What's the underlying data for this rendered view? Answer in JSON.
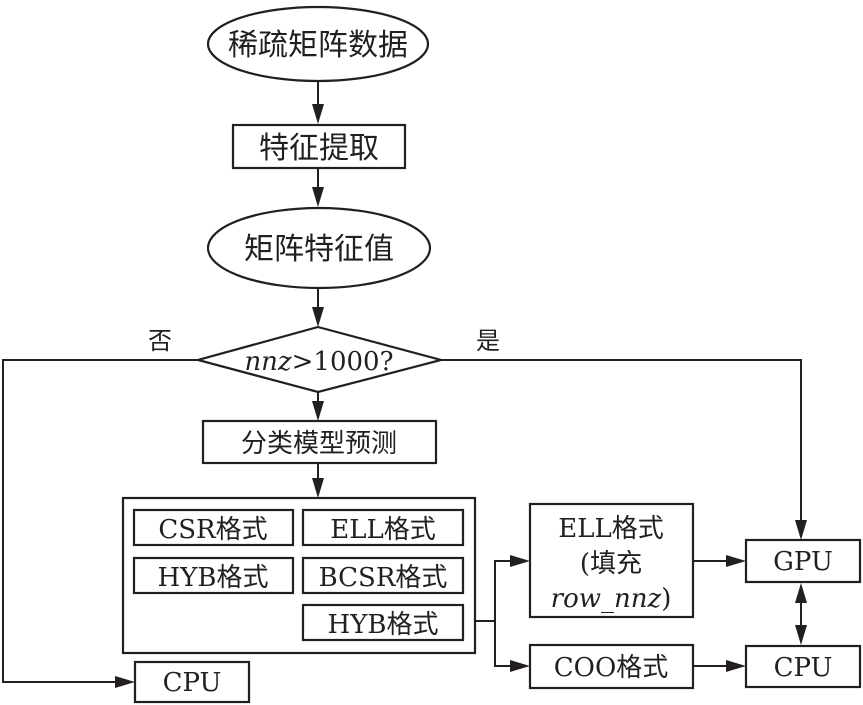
{
  "diagram": {
    "title": "",
    "nodes": {
      "sparse_matrix_data": {
        "type": "ellipse",
        "label": "稀疏矩阵数据"
      },
      "feature_extraction": {
        "type": "process",
        "label": "特征提取"
      },
      "matrix_features": {
        "type": "ellipse",
        "label": "矩阵特征值"
      },
      "nnz_decision": {
        "type": "decision",
        "label_italic": "nnz",
        "label_rest": ">1000?"
      },
      "classifier_predict": {
        "type": "process",
        "label": "分类模型预测"
      },
      "format_group": {
        "type": "group",
        "items": [
          {
            "id": "csr",
            "label": "CSR格式"
          },
          {
            "id": "ell",
            "label": "ELL格式"
          },
          {
            "id": "hyb1",
            "label": "HYB格式"
          },
          {
            "id": "bcsr",
            "label": "BCSR格式"
          },
          {
            "id": "hyb2",
            "label": "HYB格式"
          }
        ]
      },
      "ell_padded": {
        "type": "process",
        "lines": [
          "ELL格式",
          "(填充"
        ],
        "line3_italic": "row_nnz",
        "line3_tail": ")"
      },
      "coo_format": {
        "type": "process",
        "label": "COO格式"
      },
      "gpu": {
        "type": "process",
        "label": "GPU"
      },
      "cpu_right": {
        "type": "process",
        "label": "CPU"
      },
      "cpu_left": {
        "type": "process",
        "label": "CPU"
      }
    },
    "branch_labels": {
      "no": "否",
      "yes": "是"
    },
    "edges": [
      {
        "from": "sparse_matrix_data",
        "to": "feature_extraction"
      },
      {
        "from": "feature_extraction",
        "to": "matrix_features"
      },
      {
        "from": "matrix_features",
        "to": "nnz_decision"
      },
      {
        "from": "nnz_decision",
        "to": "classifier_predict"
      },
      {
        "from": "nnz_decision",
        "to": "cpu_left",
        "label": "否"
      },
      {
        "from": "nnz_decision",
        "to": "gpu",
        "label": "是"
      },
      {
        "from": "classifier_predict",
        "to": "format_group"
      },
      {
        "from": "hyb2",
        "to": "ell_padded"
      },
      {
        "from": "hyb2",
        "to": "coo_format"
      },
      {
        "from": "ell_padded",
        "to": "gpu"
      },
      {
        "from": "coo_format",
        "to": "cpu_right"
      },
      {
        "from": "gpu",
        "to": "cpu_right",
        "bidirectional": true
      }
    ]
  }
}
